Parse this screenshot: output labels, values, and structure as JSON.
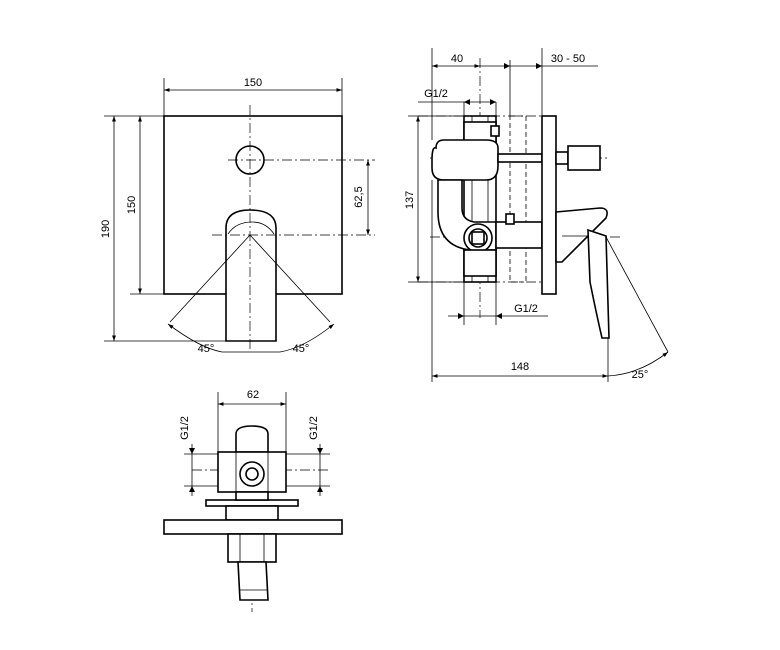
{
  "dimensions": {
    "front_width": "150",
    "front_total_height": "190",
    "front_plate_height": "150",
    "front_offset": "62,5",
    "angle_left": "45°",
    "angle_right": "45°",
    "side_body_width": "40",
    "side_wall_range": "30 - 50",
    "side_thread_top": "G1/2",
    "side_height": "137",
    "side_thread_bottom": "G1/2",
    "side_depth": "148",
    "side_angle": "25°",
    "top_width": "62",
    "top_thread_left": "G1/2",
    "top_thread_right": "G1/2"
  }
}
